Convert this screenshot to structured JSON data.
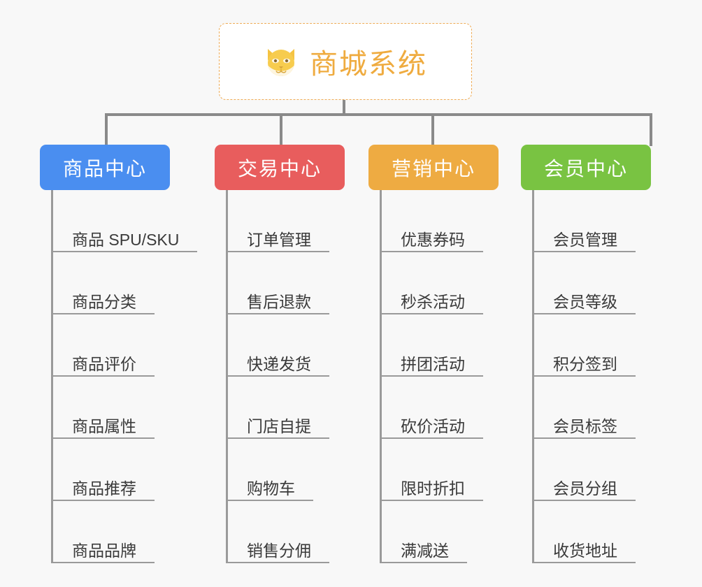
{
  "page": {
    "background_color": "#f8f8f8",
    "type": "mindmap-tree"
  },
  "root": {
    "title": "商城系统",
    "icon": "dog-face-emoji",
    "emoji": "🐶",
    "text_color": "#efab3f",
    "border_color": "#eeab55",
    "background_color": "#ffffff"
  },
  "connector_color": "#8a8a8a",
  "branches": [
    {
      "id": "product-center",
      "label": "商品中心",
      "color": "#4a8ef0",
      "leaves": [
        {
          "label": "商品 SPU/SKU"
        },
        {
          "label": "商品分类"
        },
        {
          "label": "商品评价"
        },
        {
          "label": "商品属性"
        },
        {
          "label": "商品推荐"
        },
        {
          "label": "商品品牌"
        }
      ]
    },
    {
      "id": "trade-center",
      "label": "交易中心",
      "color": "#e85d5d",
      "leaves": [
        {
          "label": "订单管理"
        },
        {
          "label": "售后退款"
        },
        {
          "label": "快递发货"
        },
        {
          "label": "门店自提"
        },
        {
          "label": "购物车"
        },
        {
          "label": "销售分佣"
        }
      ]
    },
    {
      "id": "marketing-center",
      "label": "营销中心",
      "color": "#eeab42",
      "leaves": [
        {
          "label": "优惠券码"
        },
        {
          "label": "秒杀活动"
        },
        {
          "label": "拼团活动"
        },
        {
          "label": "砍价活动"
        },
        {
          "label": "限时折扣"
        },
        {
          "label": "满减送"
        }
      ]
    },
    {
      "id": "member-center",
      "label": "会员中心",
      "color": "#79c342",
      "leaves": [
        {
          "label": "会员管理"
        },
        {
          "label": "会员等级"
        },
        {
          "label": "积分签到"
        },
        {
          "label": "会员标签"
        },
        {
          "label": "会员分组"
        },
        {
          "label": "收货地址"
        }
      ]
    }
  ]
}
